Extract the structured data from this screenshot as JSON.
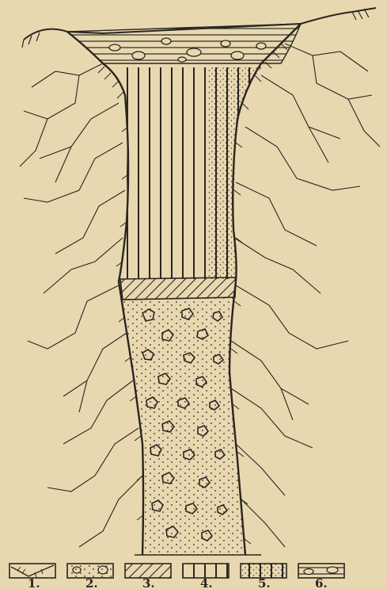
{
  "legend": [
    {
      "label": "1.",
      "icon": "bedrock-hatch-icon"
    },
    {
      "label": "2.",
      "icon": "gravel-fill-icon"
    },
    {
      "label": "3.",
      "icon": "diagonal-hatch-icon"
    },
    {
      "label": "4.",
      "icon": "vertical-lines-icon"
    },
    {
      "label": "5.",
      "icon": "vertical-lines-dotted-icon"
    },
    {
      "label": "6.",
      "icon": "horizontal-lines-pebbles-icon"
    }
  ],
  "colors": {
    "paper": "#e8d8b0",
    "ink": "#2a2520"
  }
}
